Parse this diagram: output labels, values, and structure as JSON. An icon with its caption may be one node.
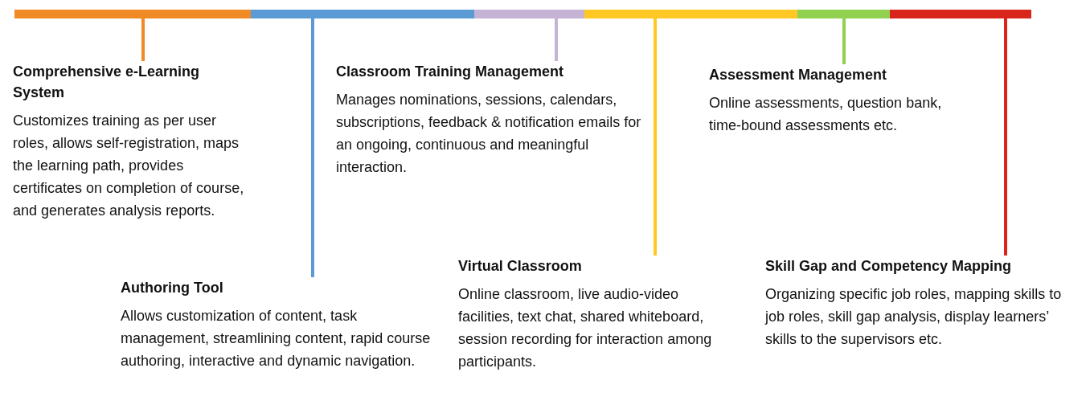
{
  "diagram": {
    "nodes": [
      {
        "text": [],
        "shape": "bar"
      },
      {
        "text": [],
        "shape": "bar"
      },
      {
        "text": [],
        "shape": "bar"
      },
      {
        "text": [],
        "shape": "bar"
      },
      {
        "text": [],
        "shape": "bar"
      },
      {
        "text": [],
        "shape": "bar"
      },
      {
        "text": [
          "Comprehensive e-Learning System",
          "Customizes training as per user roles, allows self-registration, maps the learning path, provides certificates on completion of course, and generates analysis reports."
        ]
      },
      {
        "text": [
          "Authoring Tool",
          "Allows customization of content, task management, streamlining content, rapid course authoring, interactive and dynamic navigation."
        ]
      },
      {
        "text": [
          "Classroom Training Management",
          "Manages nominations, sessions, calendars, subscriptions, feedback & notification emails for an ongoing, continuous and meaningful interaction."
        ]
      },
      {
        "text": [
          "Virtual Classroom",
          "Online classroom, live audio-video facilities, text chat, shared whiteboard, session recording for interaction among participants."
        ]
      },
      {
        "text": [
          "Assessment Management",
          "Online assessments, question bank, time-bound assessments etc."
        ]
      },
      {
        "text": [
          "Skill Gap and Competency Mapping",
          "Organizing specific job roles, mapping skills to job roles, skill gap analysis, display learners’ skills to the supervisors etc."
        ]
      }
    ],
    "edges": [
      {
        "from": 0,
        "to": 6,
        "arrow": "none",
        "color": "#f08a24"
      },
      {
        "from": 1,
        "to": 7,
        "arrow": "none",
        "color": "#5b9bd5"
      },
      {
        "from": 2,
        "to": 8,
        "arrow": "none",
        "color": "#c5b3d6"
      },
      {
        "from": 3,
        "to": 9,
        "arrow": "none",
        "color": "#ffc824"
      },
      {
        "from": 4,
        "to": 10,
        "arrow": "none",
        "color": "#92d050"
      },
      {
        "from": 5,
        "to": 11,
        "arrow": "none",
        "color": "#d9261c"
      }
    ]
  }
}
